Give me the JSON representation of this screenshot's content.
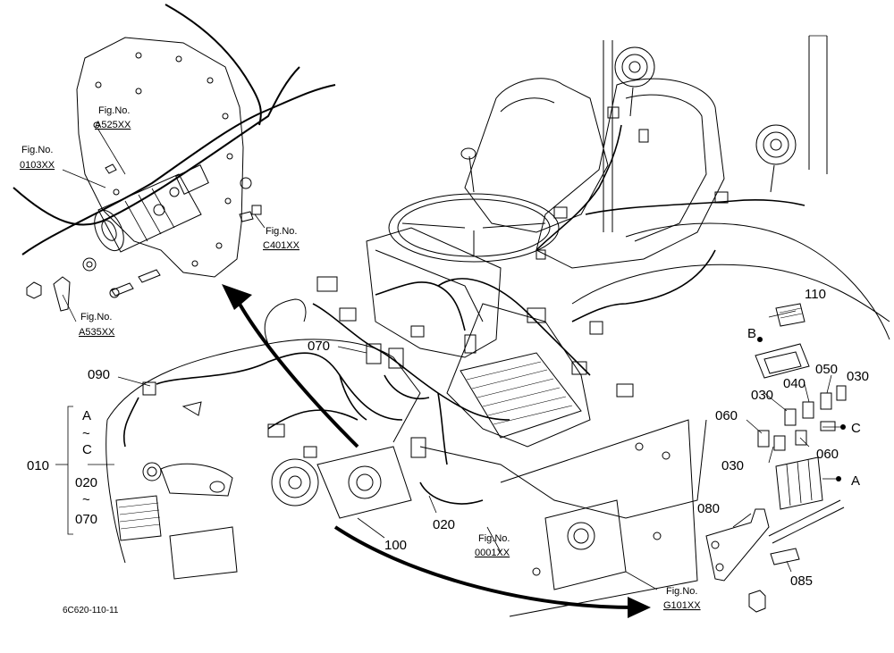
{
  "drawing_code": "6C620-110-11",
  "fig_prefix": "Fig.No.",
  "fig_refs": {
    "a525": "A525XX",
    "c0103": "0103XX",
    "c401": "C401XX",
    "a535": "A535XX",
    "n0001": "0001XX",
    "g101": "G101XX"
  },
  "parts": {
    "p110": "110",
    "pB": "B",
    "p050": "050",
    "p030a": "030",
    "p040": "040",
    "p030b": "030",
    "p060a": "060",
    "pC": "C",
    "p060b": "060",
    "p030c": "030",
    "pA": "A",
    "p080": "080",
    "p085": "085",
    "p070": "070",
    "p090": "090",
    "p010": "010",
    "p020": "020",
    "p100": "100",
    "bracket_A": "A",
    "bracket_tilde1": "~",
    "bracket_C": "C",
    "bracket_020": "020",
    "bracket_tilde2": "~",
    "bracket_070": "070"
  }
}
